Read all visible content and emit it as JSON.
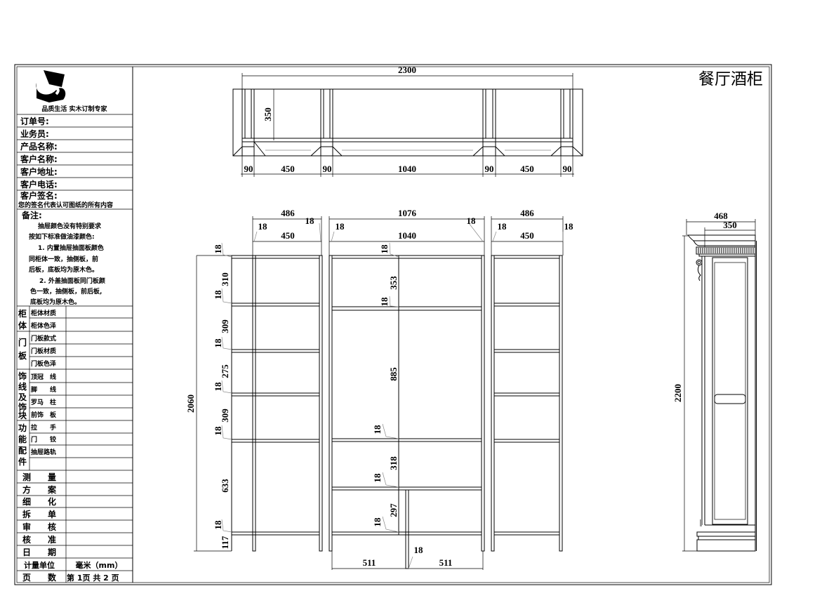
{
  "title": "餐厅酒柜",
  "info_panel": {
    "logo_tagline": "品质生活   实木订制专家",
    "fields": [
      "订单号:",
      "业务员:",
      "产品名称:",
      "客户名称:",
      "客户地址:",
      "客户电话:",
      "客户签名:"
    ],
    "signature_note": "您的签名代表认可图纸的所有内容",
    "remarks_label": "备注:",
    "remarks_lines": [
      "抽屉颜色没有特别要求",
      "按如下标准做油漆颜色:",
      "1. 内置抽屉抽面板颜色",
      "同柜体一致，抽侧板，前",
      "后板，底板均为原木色。",
      "2. 外盖抽面板同门板颜",
      "色一致，抽侧板，前后板,",
      "底板均为原木色。"
    ],
    "groups": [
      {
        "label": [
          "柜",
          "体"
        ],
        "items": [
          "柜体材质",
          "柜体色泽"
        ]
      },
      {
        "label": [
          "门",
          "板"
        ],
        "items": [
          "门板款式",
          "门板材质",
          "门板色泽"
        ]
      },
      {
        "label": [
          "饰",
          "线",
          "及",
          "饰",
          "块"
        ],
        "items": [
          "顶冠　线",
          "脚　　线",
          "罗马　柱",
          "前饰　板"
        ]
      },
      {
        "label": [
          "功",
          "能",
          "配",
          "件"
        ],
        "items": [
          "拉　　手",
          "门　　铰",
          "抽屉路轨",
          ""
        ]
      }
    ],
    "approvals": [
      "测　　量",
      "方　　案",
      "细　　化",
      "拆　　单",
      "审　　核",
      "核　　准",
      "日　　期"
    ],
    "unit_label": "计量单位",
    "unit_value": "毫米（mm）",
    "page_label": "页　　数",
    "page_value": "第 1页 共 2 页"
  },
  "top_view": {
    "overall": "2300",
    "depth": "350",
    "segments": [
      "90",
      "450",
      "90",
      "1040",
      "90",
      "450",
      "90"
    ]
  },
  "front_view": {
    "height_total": "2060",
    "left_cabinet": {
      "outer": "486",
      "inner": "450",
      "side_l": "18",
      "side_r": "18",
      "vertical": [
        "18",
        "310",
        "18",
        "309",
        "18",
        "275",
        "18",
        "309",
        "18",
        "633",
        "18",
        "117"
      ]
    },
    "middle_cabinet": {
      "outer": "1076",
      "inner": "1040",
      "side_l": "18",
      "side_r": "18",
      "vertical": [
        "18",
        "353",
        "18",
        "885",
        "18",
        "318",
        "18",
        "297",
        "18"
      ],
      "bottom": [
        "511",
        "18",
        "511"
      ]
    },
    "right_cabinet": {
      "outer": "486",
      "inner": "450",
      "side_l": "18",
      "side_r": "18"
    }
  },
  "side_view": {
    "depth_total": "468",
    "depth_body": "350",
    "height": "2200"
  }
}
